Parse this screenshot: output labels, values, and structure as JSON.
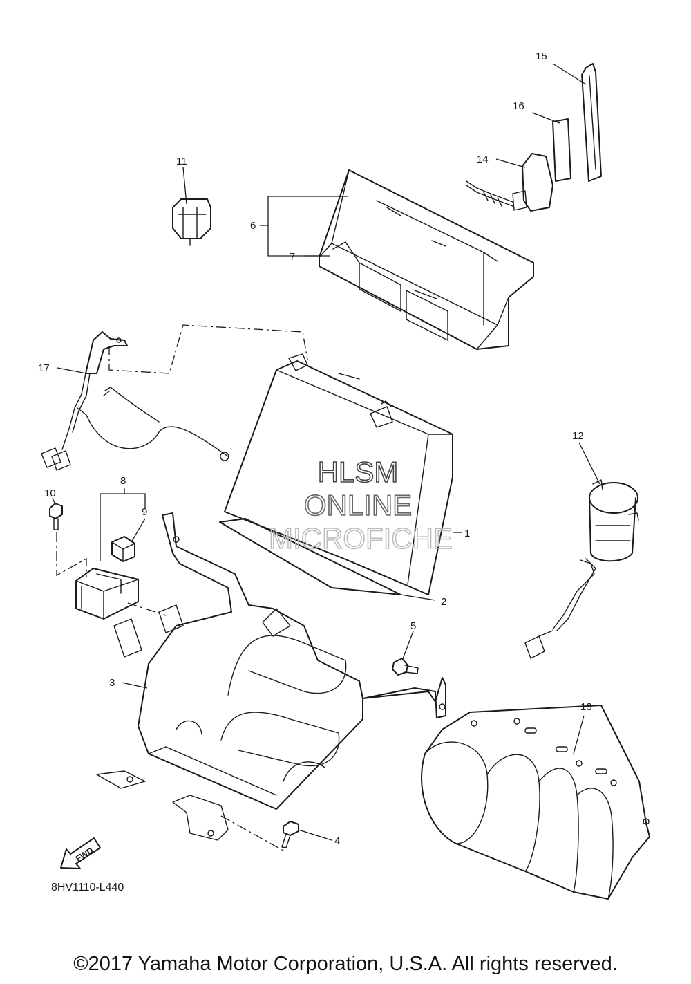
{
  "diagram_code": "8HV1110-L440",
  "copyright": "©2017 Yamaha Motor Corporation, U.S.A. All rights reserved.",
  "fwd_label": "FWD",
  "watermark": {
    "line1": "HLSM",
    "line2": "ONLINE",
    "line3": "MICROFICHE"
  },
  "callouts": [
    "1",
    "2",
    "3",
    "4",
    "5",
    "6",
    "7",
    "8",
    "9",
    "10",
    "11",
    "12",
    "13",
    "14",
    "15",
    "16",
    "17"
  ],
  "colors": {
    "line": "#1a1a1a",
    "watermark_dark": "#444444",
    "watermark_light": "#bbbbbb"
  }
}
